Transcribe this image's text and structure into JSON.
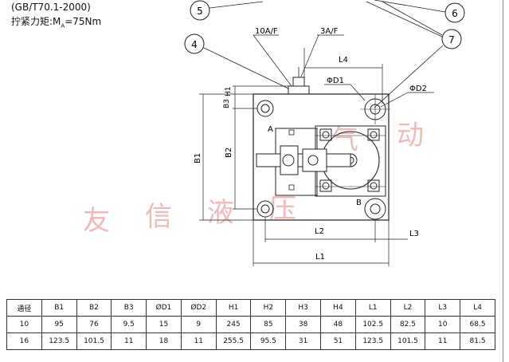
{
  "caption": {
    "standard": "(GB/T70.1-2000)",
    "torque_prefix": "拧紧力矩:M",
    "torque_sub": "A",
    "torque_value": "=75Nm"
  },
  "callouts": [
    "5",
    "6",
    "4",
    "7"
  ],
  "dim_labels": {
    "wrench_10": "10A/F",
    "wrench_3": "3A/F",
    "L4": "L4",
    "D1": "ΦD1",
    "D2": "ΦD2",
    "H1": "H1",
    "B3": "B3",
    "B2": "B2",
    "B1": "B1",
    "A": "A",
    "B": "B",
    "L2": "L2",
    "L3": "L3",
    "L1": "L1"
  },
  "watermark": [
    "友",
    "信",
    "液",
    "压",
    "气",
    "动"
  ],
  "table": {
    "headers": [
      "通径",
      "B1",
      "B2",
      "B3",
      "ØD1",
      "ØD2",
      "H1",
      "H2",
      "H3",
      "H4",
      "L1",
      "L2",
      "L3",
      "L4"
    ],
    "rows": [
      [
        "10",
        "95",
        "76",
        "9.5",
        "15",
        "9",
        "245",
        "85",
        "38",
        "48",
        "102.5",
        "82.5",
        "10",
        "68.5"
      ],
      [
        "16",
        "123.5",
        "101.5",
        "11",
        "18",
        "11",
        "255.5",
        "95.5",
        "31",
        "51",
        "123.5",
        "101.5",
        "11",
        "81.5"
      ]
    ]
  }
}
